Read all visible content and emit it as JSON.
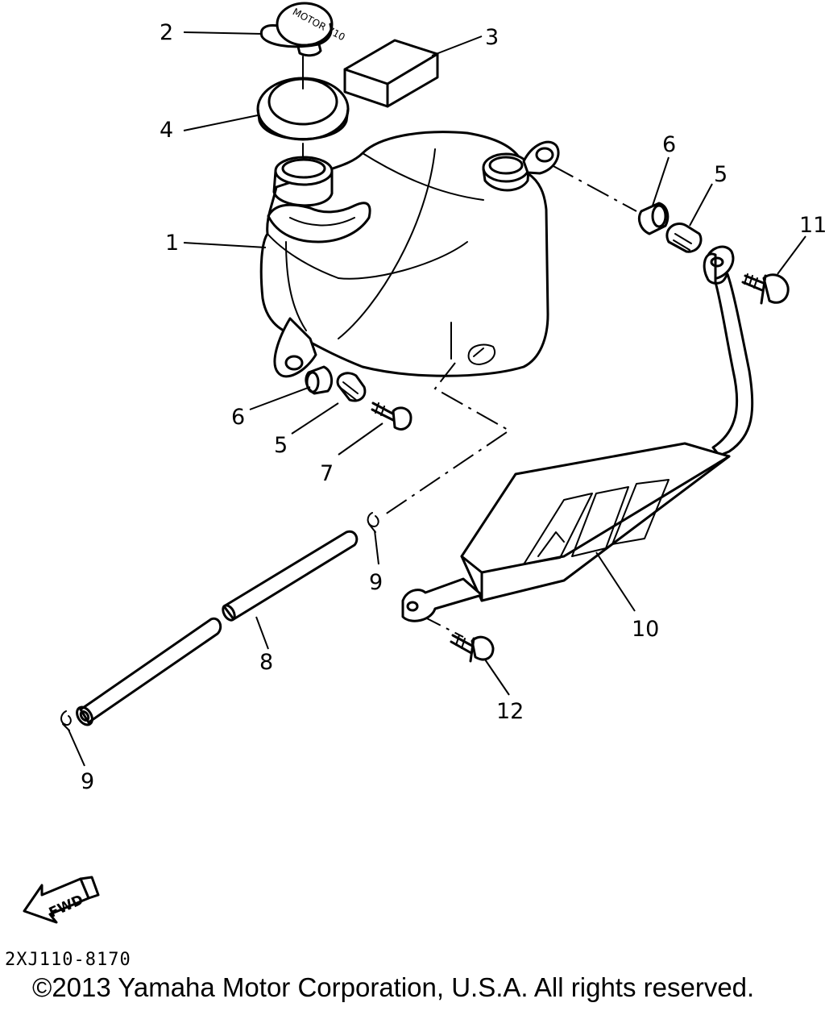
{
  "diagram": {
    "callouts": {
      "c1": "1",
      "c2": "2",
      "c3": "3",
      "c4": "4",
      "c5a": "5",
      "c5b": "5",
      "c6a": "6",
      "c6b": "6",
      "c7": "7",
      "c8": "8",
      "c9a": "9",
      "c9b": "9",
      "c10": "10",
      "c11": "11",
      "c12": "12"
    },
    "cap_text": "MOTOR 710",
    "fwd_label": "FWD",
    "diagram_code": "2XJ110-8170",
    "copyright": "©2013 Yamaha Motor Corporation, U.S.A. All rights reserved."
  }
}
